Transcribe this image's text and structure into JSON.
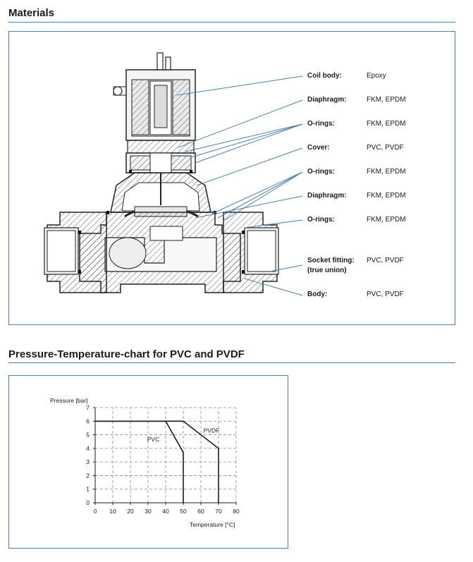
{
  "materials": {
    "title": "Materials",
    "parts": [
      {
        "label": "Coil body:",
        "value": "Epoxy"
      },
      {
        "label": "Diaphragm:",
        "value": "FKM, EPDM"
      },
      {
        "label": "O-rings:",
        "value": "FKM, EPDM"
      },
      {
        "label": "Cover:",
        "value": "PVC, PVDF"
      },
      {
        "label": "O-rings:",
        "value": "FKM, EPDM"
      },
      {
        "label": "Diaphragm:",
        "value": "FKM, EPDM"
      },
      {
        "label": "O-rings:",
        "value": "FKM, EPDM"
      },
      {
        "label": "Socket fitting:",
        "label2": "(true union)",
        "value": "PVC, PVDF"
      },
      {
        "label": "Body:",
        "value": "PVC, PVDF"
      }
    ]
  },
  "pt_chart": {
    "title": "Pressure-Temperature-chart for PVC and PVDF"
  },
  "chart_data": {
    "type": "line",
    "xlabel": "Temperature [°C]",
    "ylabel": "Pressure [bar]",
    "xlim": [
      0,
      80
    ],
    "ylim": [
      0,
      7
    ],
    "xticks": [
      0,
      10,
      20,
      30,
      40,
      50,
      60,
      70,
      80
    ],
    "yticks": [
      0,
      1,
      2,
      3,
      4,
      5,
      6,
      7
    ],
    "grid": true,
    "series": [
      {
        "name": "PVC",
        "x": [
          0,
          40,
          50,
          50
        ],
        "y": [
          6,
          6,
          3.7,
          0
        ]
      },
      {
        "name": "PVDF",
        "x": [
          0,
          50,
          70,
          70
        ],
        "y": [
          6,
          6,
          4,
          0
        ]
      }
    ],
    "colors": {
      "line": "#1a1a1a",
      "grid": "#888888",
      "frame": "#4a7fb5"
    }
  }
}
